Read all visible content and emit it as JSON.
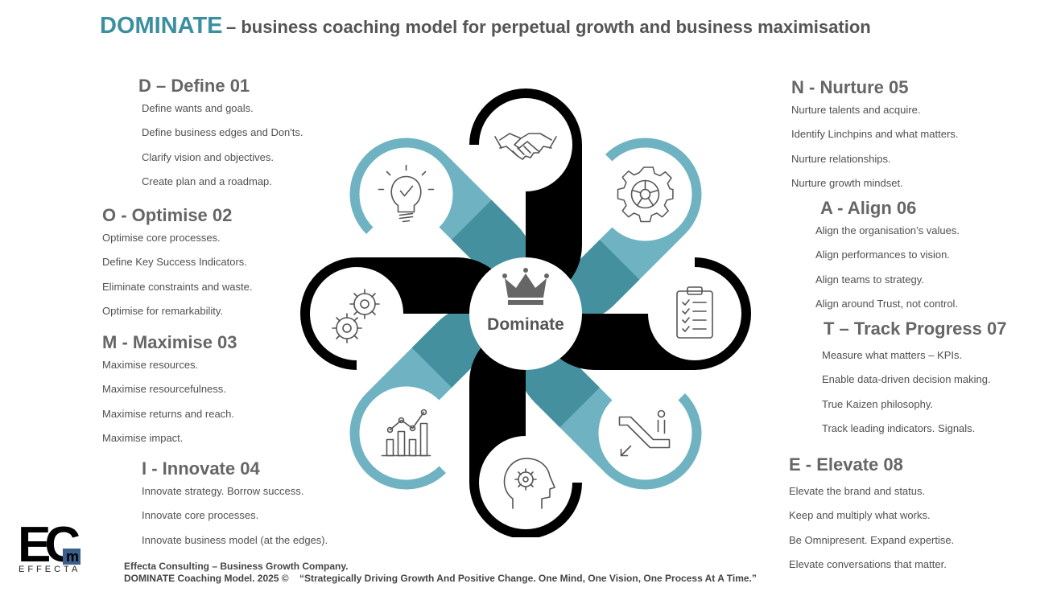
{
  "title": {
    "brand": "DOMINATE",
    "rest": "– business coaching model for perpetual growth and business maximisation"
  },
  "center_label": "Dominate",
  "sections": {
    "define": {
      "heading": "D – Define 01",
      "items": [
        "Define wants and goals.",
        "Define business edges and Don'ts.",
        "Clarify vision and objectives.",
        "Create plan and a roadmap."
      ]
    },
    "optimise": {
      "heading": "O - Optimise 02",
      "items": [
        "Optimise core processes.",
        "Define Key Success Indicators.",
        "Eliminate constraints and waste.",
        "Optimise for remarkability."
      ]
    },
    "maximise": {
      "heading": "M - Maximise 03",
      "items": [
        "Maximise resources.",
        "Maximise resourcefulness.",
        "Maximise returns and reach.",
        "Maximise impact."
      ]
    },
    "innovate": {
      "heading": "I - Innovate 04",
      "items": [
        "Innovate strategy. Borrow success.",
        "Innovate core processes.",
        "Innovate business model (at the edges)."
      ]
    },
    "nurture": {
      "heading": "N - Nurture 05",
      "items": [
        "Nurture talents and acquire.",
        "Identify Linchpins and what matters.",
        "Nurture relationships.",
        "Nurture growth mindset."
      ]
    },
    "align": {
      "heading": "A - Align 06",
      "items": [
        "Align the organisation’s values.",
        "Align performances to vision.",
        "Align teams to strategy.",
        "Align around Trust, not control."
      ]
    },
    "track": {
      "heading": "T – Track Progress 07",
      "items": [
        "Measure what matters – KPIs.",
        "Enable data-driven decision making.",
        "True Kaizen philosophy.",
        "Track leading indicators. Signals."
      ]
    },
    "elevate": {
      "heading": "E - Elevate 08",
      "items": [
        "Elevate the brand and status.",
        "Keep and multiply what works.",
        "Be Omnipresent. Expand expertise.",
        "Elevate conversations that matter."
      ]
    }
  },
  "logo": {
    "letters": "EC",
    "sub": "m",
    "text": "EFFECTA"
  },
  "footer": {
    "line1": "Effecta Consulting – Business Growth Company.",
    "line2": "DOMINATE Coaching Model. 2025 ©    “Strategically Driving Growth And Positive Change. One Mind, One Vision, One Process At A Time.”"
  },
  "colors": {
    "teal": "#6fb3c3",
    "teal_dark": "#45909f",
    "black": "#000000",
    "brand": "#3b8fa0"
  },
  "icons": [
    "handshake-icon",
    "gear-icon",
    "clipboard-checklist-icon",
    "escalator-icon",
    "head-gear-icon",
    "bar-chart-icon",
    "gears-icon",
    "lightbulb-icon",
    "crown-icon"
  ]
}
